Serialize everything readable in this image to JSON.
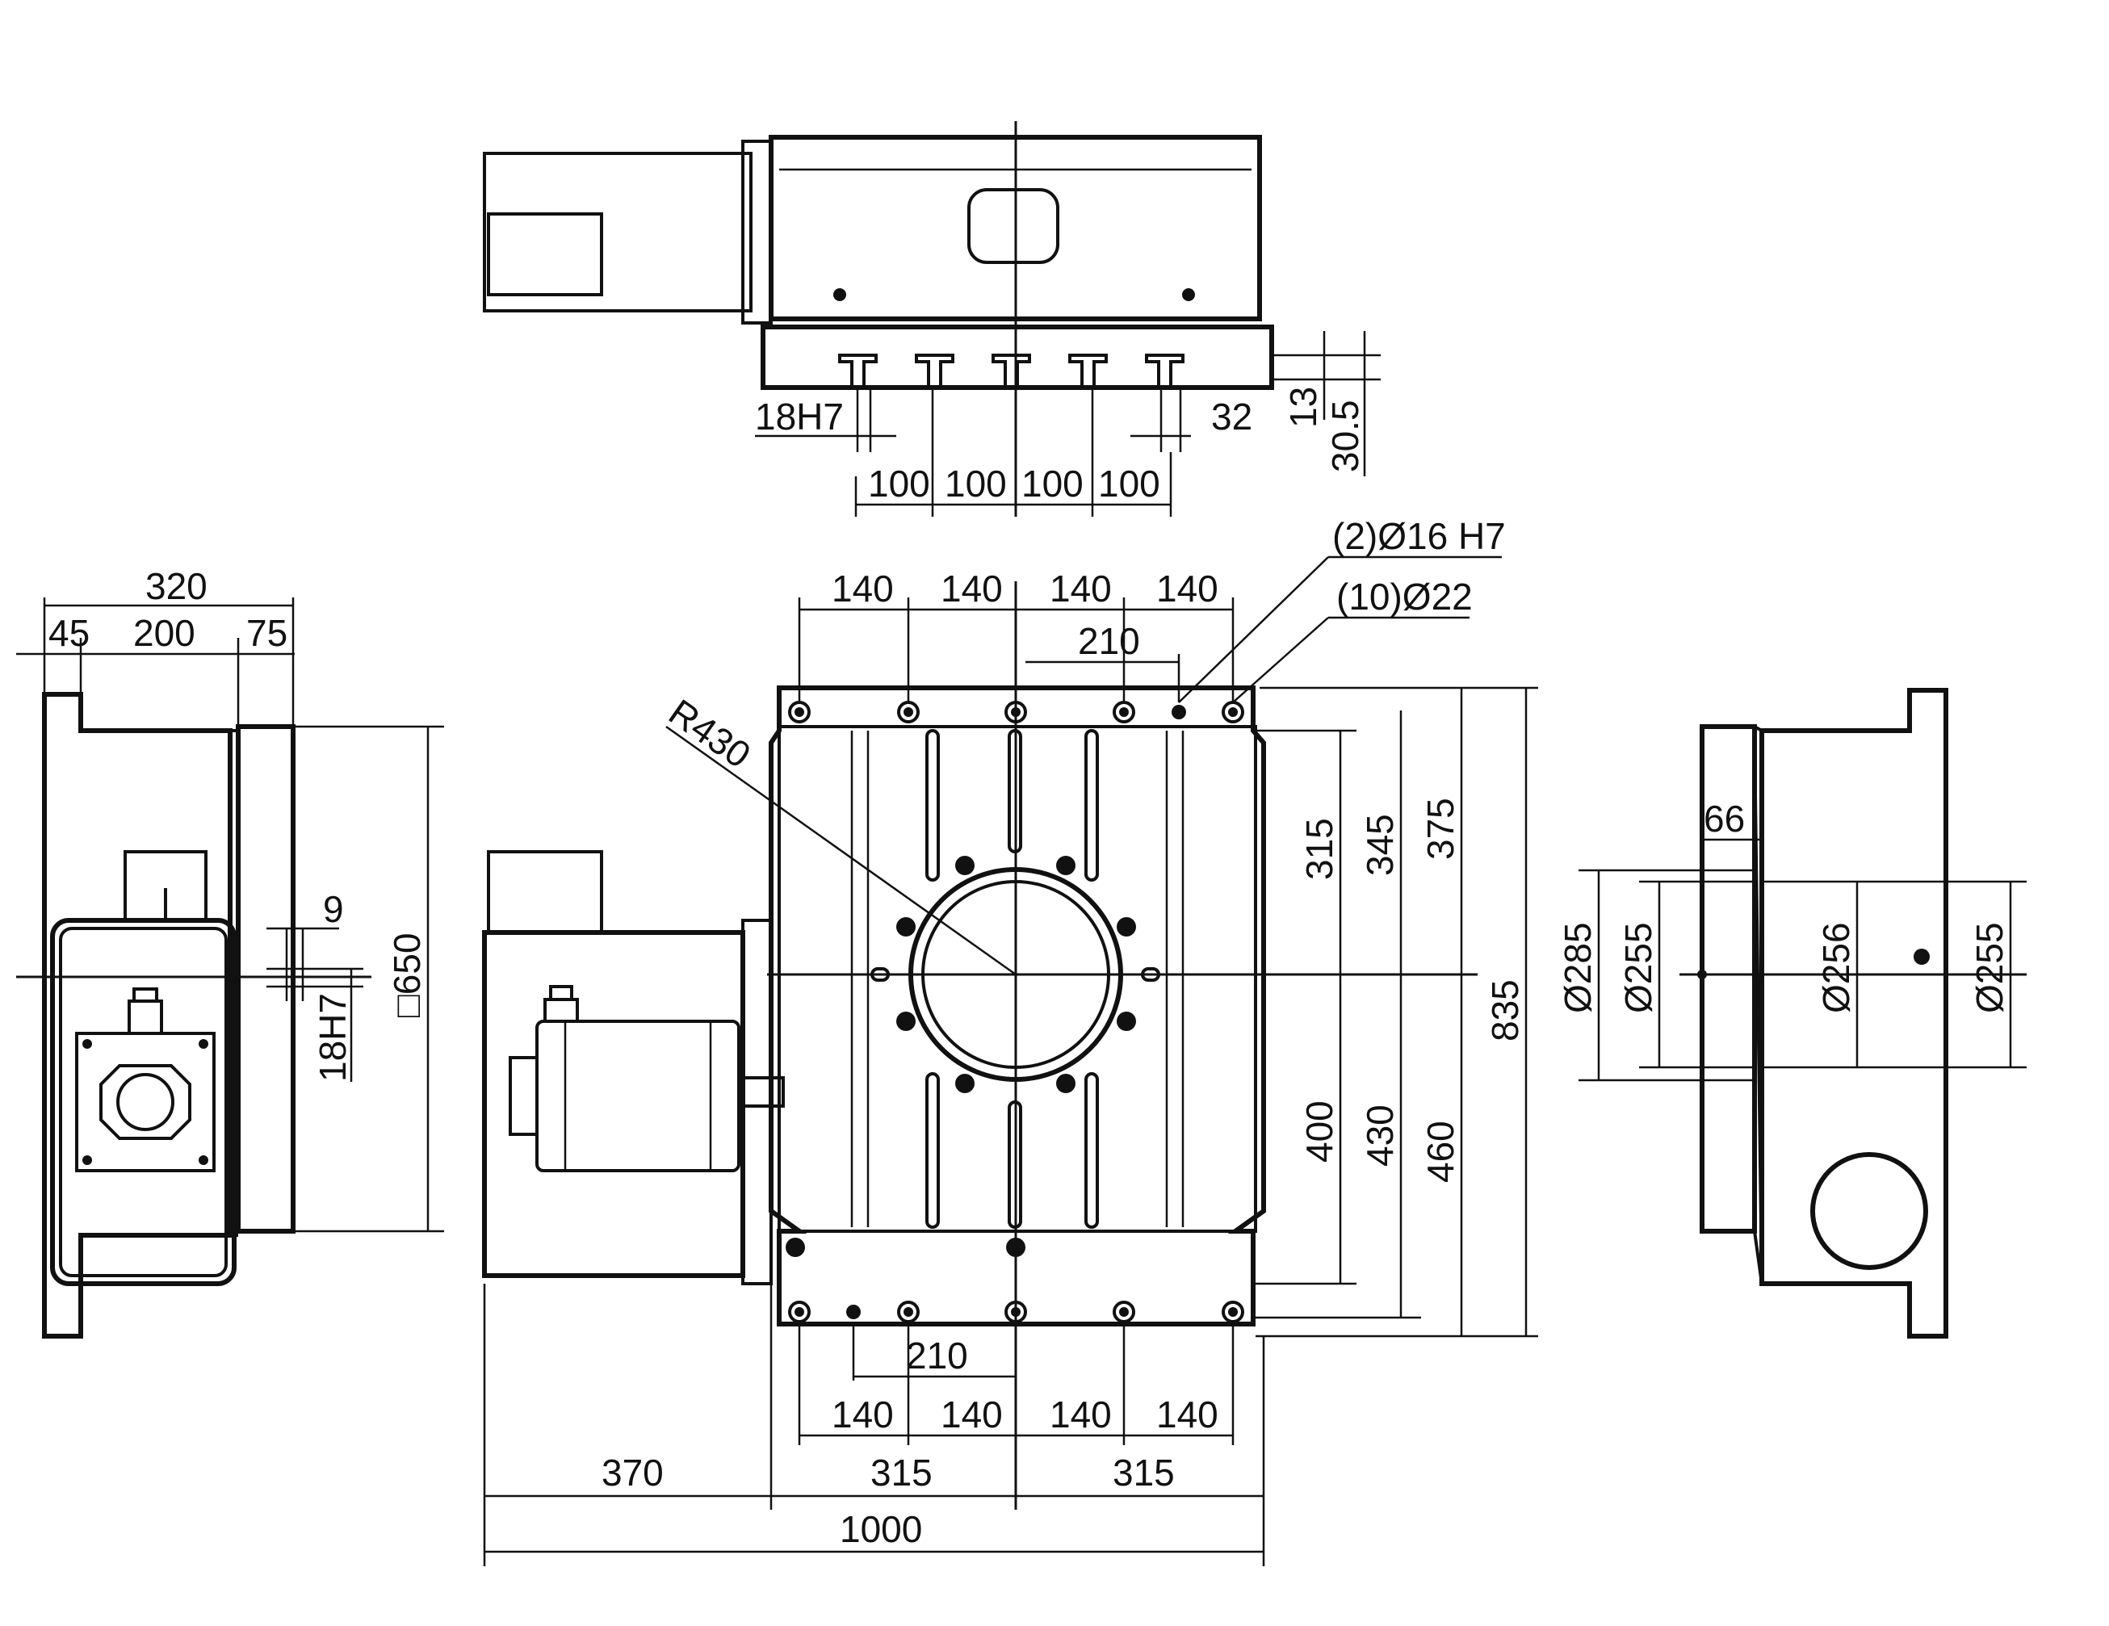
{
  "colors": {
    "line": "#111111",
    "background": "#ffffff"
  },
  "top_view": {
    "slot_fit": "18H7",
    "slot_width": "32",
    "depth_13": "13",
    "depth_30_5": "30.5",
    "slot_pitch": [
      "100",
      "100",
      "100",
      "100"
    ]
  },
  "left_view": {
    "total_width": "320",
    "left_offset": "45",
    "middle_width": "200",
    "right_offset": "75",
    "slot_offset": "9",
    "slot_fit": "18H7",
    "table_square": "□650"
  },
  "front_view": {
    "top_pitch": [
      "140",
      "140",
      "140",
      "140"
    ],
    "top_offset": "210",
    "pin_note": "(2)Ø16 H7",
    "hole_note": "(10)Ø22",
    "radius": "R430",
    "right_dims": [
      "315",
      "345",
      "375",
      "835",
      "400",
      "430",
      "460"
    ],
    "bottom_offset": "210",
    "bottom_pitch": [
      "140",
      "140",
      "140",
      "140"
    ],
    "motor_length": "370",
    "half_left": "315",
    "half_right": "315",
    "overall_length": "1000"
  },
  "right_view": {
    "flange_thickness": "66",
    "diameters": [
      "Ø285",
      "Ø255",
      "Ø256",
      "Ø255"
    ]
  }
}
